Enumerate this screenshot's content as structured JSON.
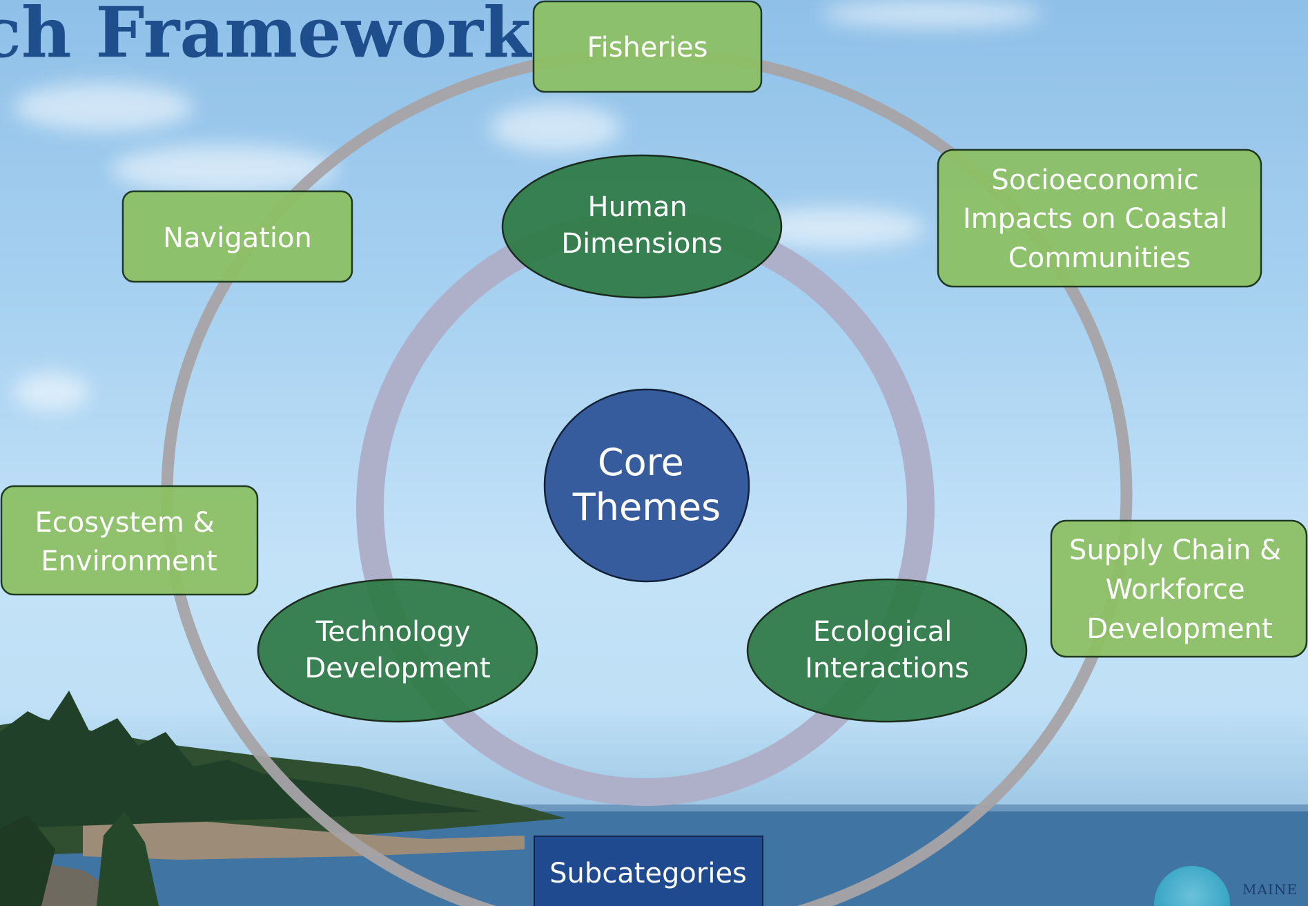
{
  "title": "ch Framework",
  "center": {
    "line1": "Core",
    "line2": "Themes"
  },
  "core_themes": [
    {
      "id": "human-dimensions",
      "lines": [
        "Human",
        "Dimensions"
      ]
    },
    {
      "id": "technology-development",
      "lines": [
        "Technology",
        "Development"
      ]
    },
    {
      "id": "ecological-interactions",
      "lines": [
        "Ecological",
        "Interactions"
      ]
    }
  ],
  "subcategories": [
    {
      "id": "fisheries",
      "lines": [
        "Fisheries"
      ]
    },
    {
      "id": "navigation",
      "lines": [
        "Navigation"
      ]
    },
    {
      "id": "socioeconomic",
      "lines": [
        "Socioeconomic",
        "Impacts on Coastal",
        "Communities"
      ]
    },
    {
      "id": "ecosystem",
      "lines": [
        "Ecosystem &",
        "Environment"
      ]
    },
    {
      "id": "supply-chain",
      "lines": [
        "Supply Chain &",
        "Workforce",
        "Development"
      ]
    }
  ],
  "subcategories_label": "Subcategories",
  "logo": {
    "text": "MAINE",
    "icon": "maine-state-icon"
  },
  "colors": {
    "title": "#1f4e8c",
    "box": "#8cbf62",
    "theme": "#2e7a45",
    "core": "#365c9e",
    "label_box": "#1f4a8f",
    "ring": "#a7a3a6"
  }
}
